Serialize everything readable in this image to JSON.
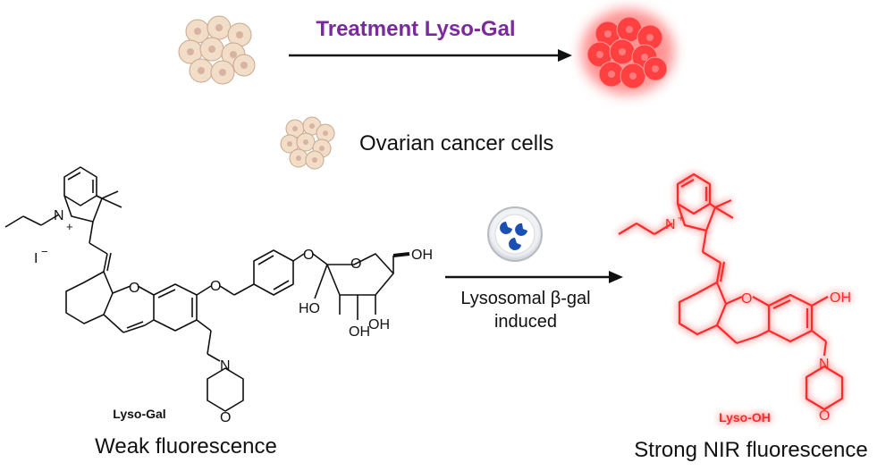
{
  "header": {
    "treatment_label": "Treatment Lyso-Gal"
  },
  "legend": {
    "cells_label": "Ovarian cancer cells"
  },
  "reaction": {
    "condition_line1": "Lysosomal β-gal",
    "condition_line2": "induced"
  },
  "left_molecule": {
    "name": "Lyso-Gal",
    "caption": "Weak fluorescence",
    "atoms": {
      "n1": "N",
      "plus": "+",
      "iodide": "I",
      "minus": "−",
      "ox1": "O",
      "ox2": "O",
      "ox3": "O",
      "ring_o": "O",
      "oh1": "OH",
      "oh2": "HO",
      "oh3": "OH",
      "oh4": "OH",
      "n2": "N",
      "o_morph": "O"
    }
  },
  "right_molecule": {
    "name": "Lyso-OH",
    "caption": "Strong NIR fluorescence",
    "atoms": {
      "n1": "N",
      "plus": "+",
      "ox1": "O",
      "oh1": "OH",
      "n2": "N",
      "o_morph": "O"
    }
  },
  "colors": {
    "treatment_text": "#7b2a9e",
    "cell_fill": "#f2ddc8",
    "cell_nucleus": "#d8b3a0",
    "red_glow": "#ff2a2a",
    "enzyme_blue": "#1a4fb3",
    "black": "#111111"
  }
}
